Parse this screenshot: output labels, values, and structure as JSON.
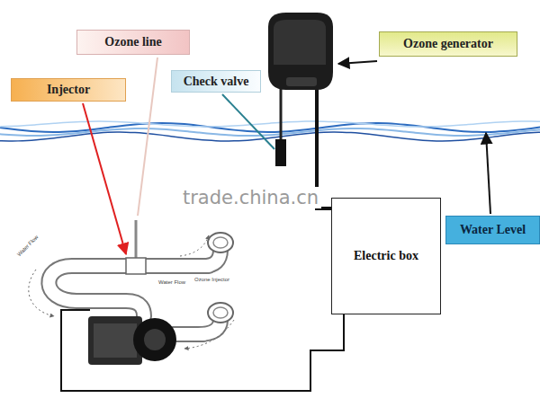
{
  "diagram": {
    "nodes": [
      {
        "text": [
          "Ozone line"
        ]
      },
      {
        "text": [
          "Ozone generator"
        ]
      },
      {
        "text": [
          "Check valve"
        ]
      },
      {
        "text": [
          "Injector"
        ]
      },
      {
        "text": [
          "Electric box"
        ]
      },
      {
        "text": [
          "Water Level"
        ]
      }
    ],
    "labels": [
      "trade.china.cn",
      "Water Flow",
      "Ozone Injector",
      "Water Flow"
    ]
  }
}
